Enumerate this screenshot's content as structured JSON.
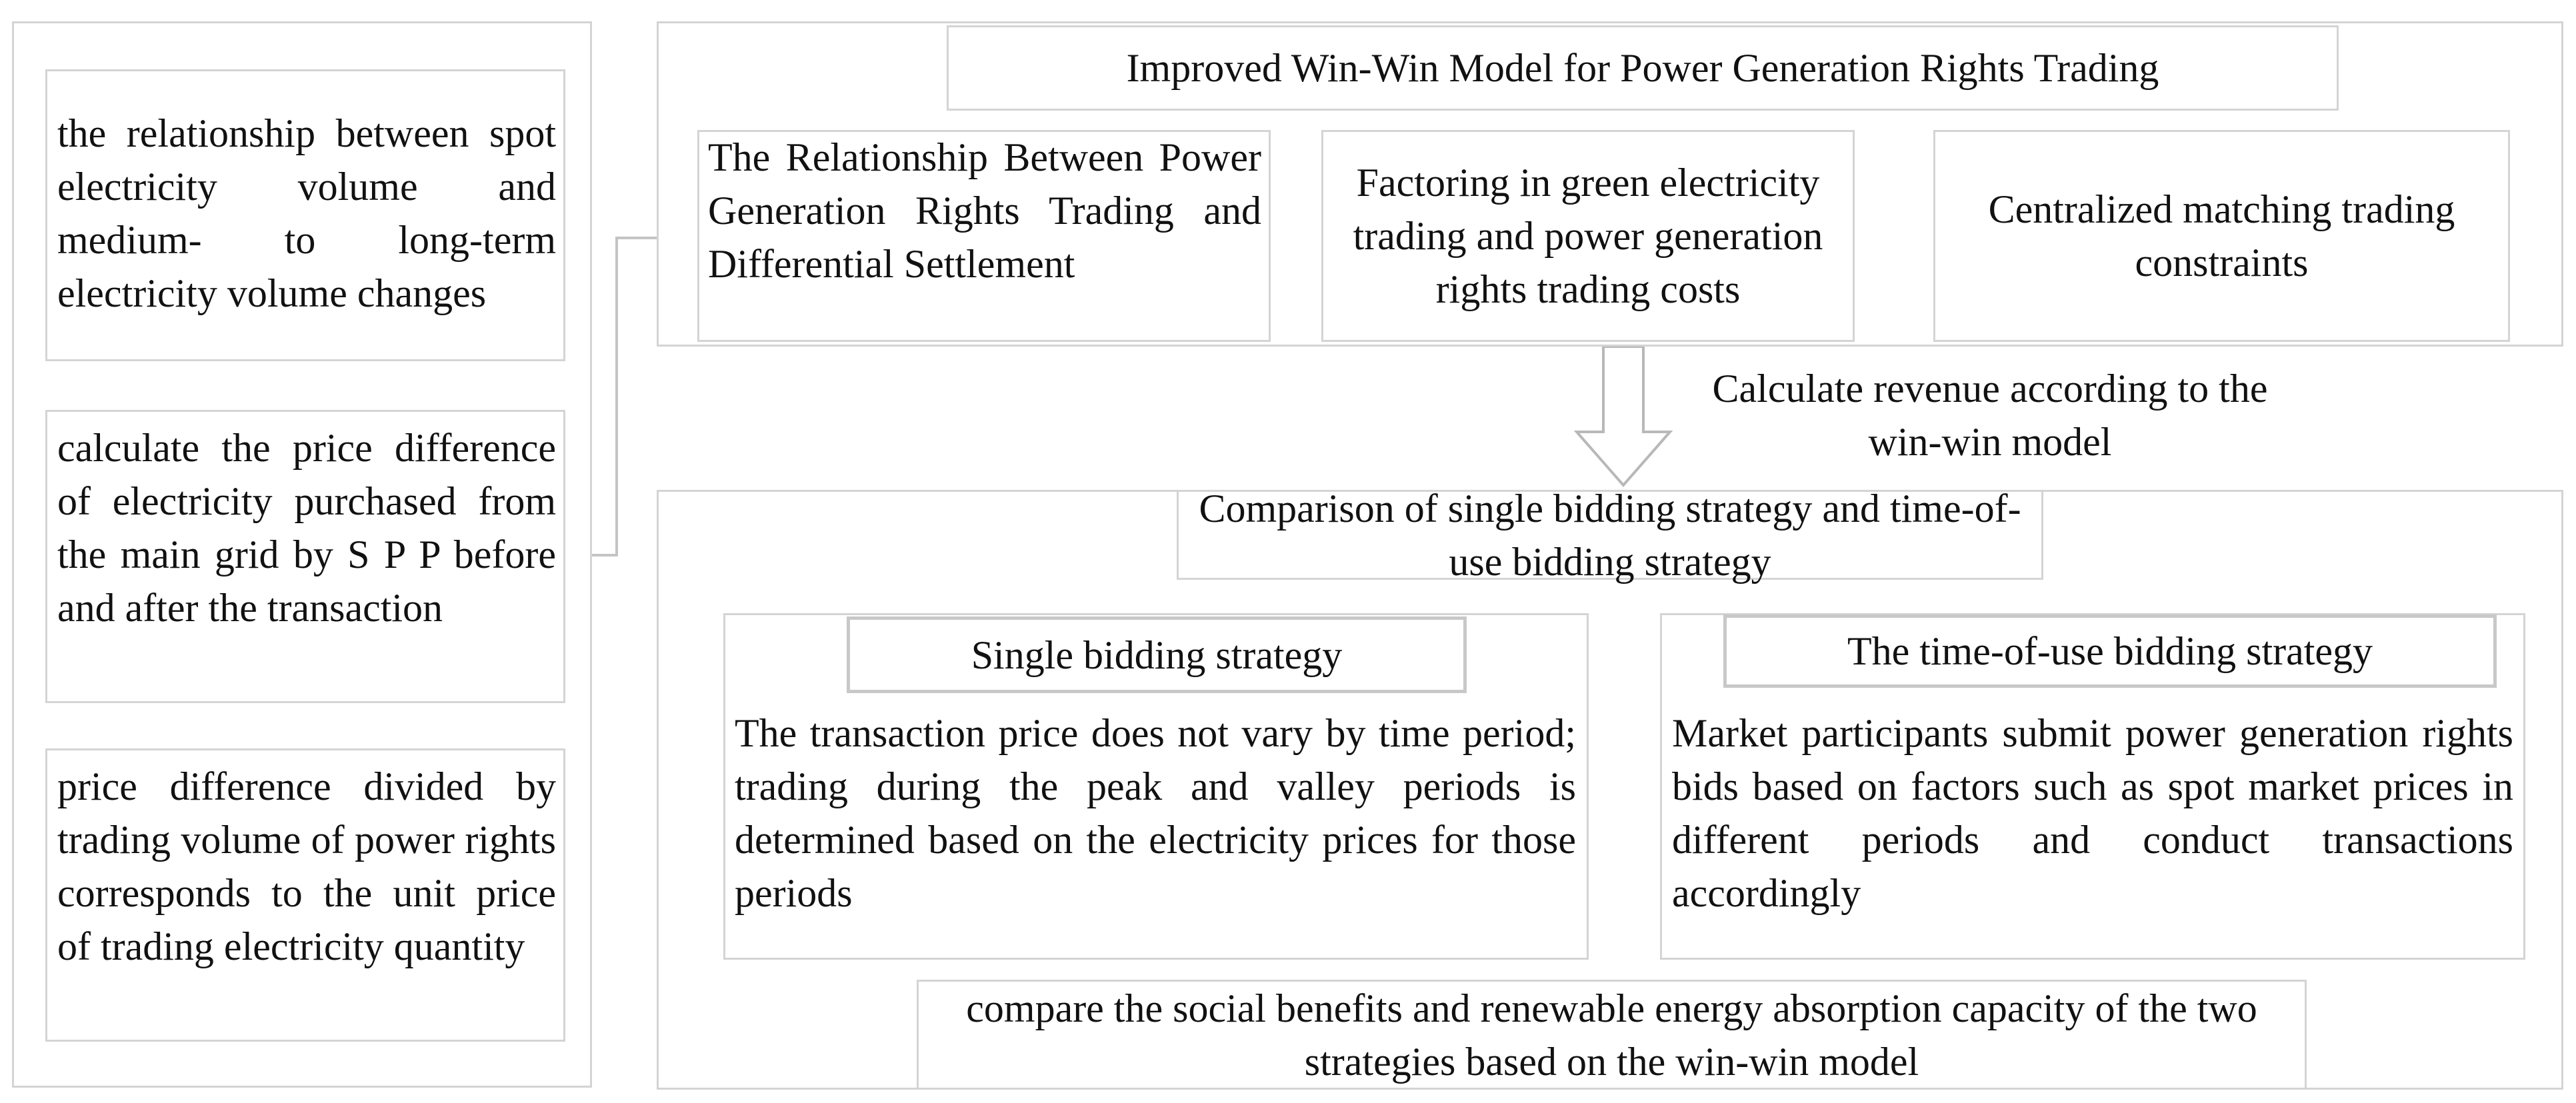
{
  "left_panel": {
    "box1": "the relationship between spot electricity volume and medium- to long-term electricity volume changes",
    "box2": "calculate the price difference of electricity purchased from the main grid by S P P before and after the transaction",
    "box3": "price difference divided by trading volume of power rights corresponds to the unit price of trading electricity quantity"
  },
  "top_section": {
    "title": "Improved Win-Win Model for Power Generation Rights Trading",
    "box_relationship": "The Relationship Between Power Generation Rights Trading and Differential Settlement",
    "box_factoring": "Factoring in green electricity trading and power generation rights trading costs",
    "box_centralized": "Centralized matching trading constraints"
  },
  "arrow_label": "Calculate revenue according to the win-win model",
  "bottom_section": {
    "comparison_title": "Comparison of single bidding strategy and time-of-use bidding strategy",
    "single": {
      "title": "Single bidding strategy",
      "desc": "The transaction price does not vary by time period; trading during the peak and valley periods is determined based on the electricity prices for those periods"
    },
    "tou": {
      "title": "The time-of-use bidding strategy",
      "desc": "Market participants submit power generation rights bids based on factors such as spot market prices in different periods and conduct transactions accordingly"
    },
    "compare": "compare the social benefits and renewable energy absorption capacity of the two strategies based on the win-win model"
  }
}
